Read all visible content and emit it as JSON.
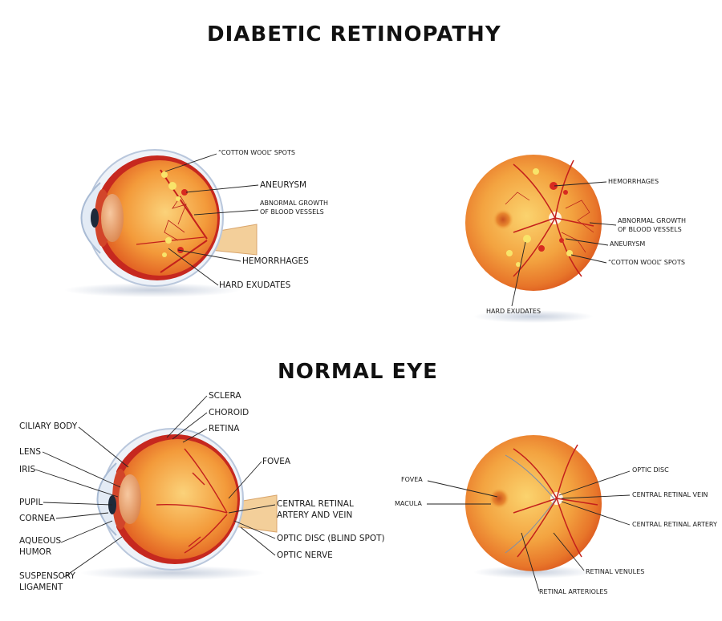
{
  "titles": {
    "top": "DIABETIC RETINOPATHY",
    "bottom": "NORMAL EYE"
  },
  "diabetic_side": {
    "cotton_wool": "“COTTON WOOL” SPOTS",
    "aneurysm": "ANEURYSM",
    "abnormal_growth": [
      "ABNORMAL GROWTH",
      "OF BLOOD VESSELS"
    ],
    "hemorrhages": "HEMORRHAGES",
    "hard_exudates": "HARD EXUDATES"
  },
  "diabetic_fundus": {
    "hemorrhages": "HEMORRHAGES",
    "abnormal_growth": [
      "ABNORMAL GROWTH",
      "OF BLOOD VESSELS"
    ],
    "aneurysm": "ANEURYSM",
    "cotton_wool": "“COTTON WOOL” SPOTS",
    "hard_exudates": "HARD EXUDATES"
  },
  "normal_side": {
    "sclera": "SCLERA",
    "choroid": "CHOROID",
    "retina": "RETINA",
    "ciliary_body": "CILIARY BODY",
    "lens": "LENS",
    "iris": "IRIS",
    "fovea": "FOVEA",
    "pupil": "PUPIL",
    "cornea": "CORNEA",
    "central_retinal": [
      "CENTRAL RETINAL",
      "ARTERY AND VEIN"
    ],
    "aqueous_humor": [
      "AQUEOUS",
      "HUMOR"
    ],
    "optic_disc": "OPTIC DISC (BLIND SPOT)",
    "optic_nerve": "OPTIC NERVE",
    "suspensory_ligament": [
      "SUSPENSORY",
      "LIGAMENT"
    ]
  },
  "normal_fundus": {
    "optic_disc": "OPTIC DISC",
    "fovea": "FOVEA",
    "central_retinal_vein": "CENTRAL RETINAL VEIN",
    "macula": "MACULA",
    "central_retinal_artery": "CENTRAL RETINAL ARTERY",
    "retinal_venules": "RETINAL VENULES",
    "retinal_arterioles": "RETINAL ARTERIOLES"
  },
  "colors": {
    "retina_inner": "#f6b24a",
    "retina_outer": "#e0561c",
    "vessel": "#c4201c",
    "exudate": "#f8e46a"
  }
}
